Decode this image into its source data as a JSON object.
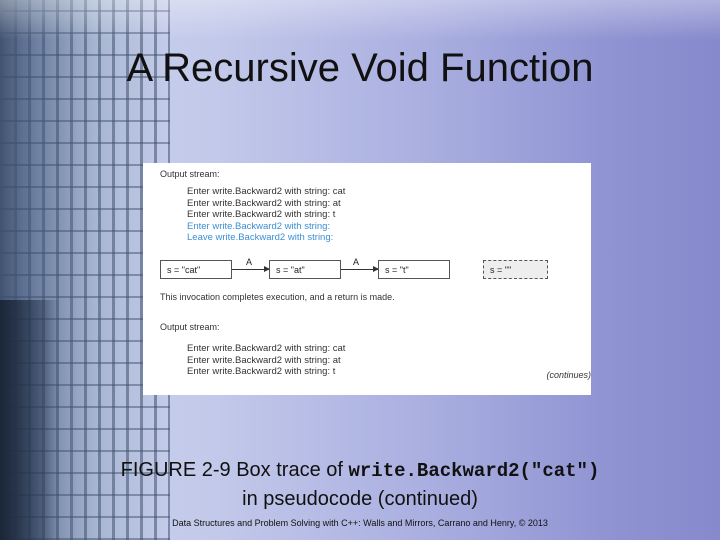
{
  "slide": {
    "title": "A Recursive Void Function",
    "caption_prefix": "FIGURE 2-9 Box trace of ",
    "caption_code": "write.Backward2(\"cat\")",
    "caption_suffix": "in pseudocode (continued)",
    "footer": "Data Structures and Problem Solving with C++: Walls and Mirrors, Carrano and Henry, © 2013"
  },
  "figure": {
    "output_label_top": "Output stream:",
    "top_lines": [
      "Enter write.Backward2 with string: cat",
      "Enter write.Backward2 with string: at",
      "Enter write.Backward2 with string: t",
      "Enter write.Backward2 with string:",
      "Leave write.Backward2 with string:"
    ],
    "highlighted_line_indices": [
      3,
      4
    ],
    "highlight_color": "#3a8fd6",
    "boxes": [
      {
        "text": "s = \"cat\"",
        "style": "solid"
      },
      {
        "text": "s = \"at\"",
        "style": "solid"
      },
      {
        "text": "s = \"t\"",
        "style": "solid"
      },
      {
        "text": "s = \"\"",
        "style": "dashed"
      }
    ],
    "arrow_labels": [
      "A",
      "A"
    ],
    "note": "This invocation completes execution, and a return is made.",
    "output_label_bottom": "Output stream:",
    "bottom_lines": [
      "Enter write.Backward2 with string: cat",
      "Enter write.Backward2 with string: at",
      "Enter write.Backward2 with string: t"
    ],
    "continues": "(continues)"
  }
}
